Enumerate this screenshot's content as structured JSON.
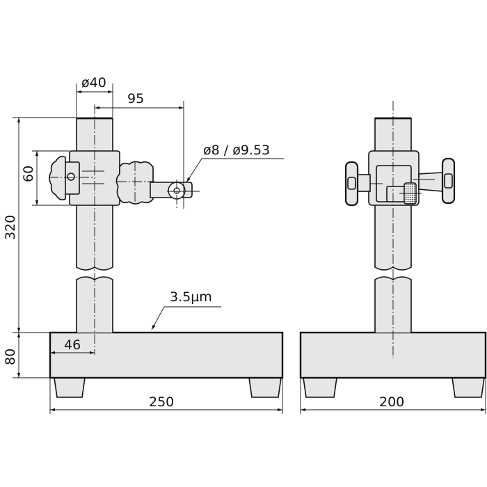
{
  "drawing": {
    "title": "Comparator stand dimensional drawing",
    "colors": {
      "fill": "#e6e6e6",
      "stroke": "#111111",
      "background": "#ffffff"
    },
    "front_view": {
      "column_diameter": "ø40",
      "arm_reach": "95",
      "stem_diameter": "ø8 / ø9.53",
      "clamp_height": "60",
      "column_height": "320",
      "base_height": "80",
      "column_offset": "46",
      "flatness": "3.5µm",
      "base_width": "250"
    },
    "side_view": {
      "base_depth": "200"
    }
  }
}
